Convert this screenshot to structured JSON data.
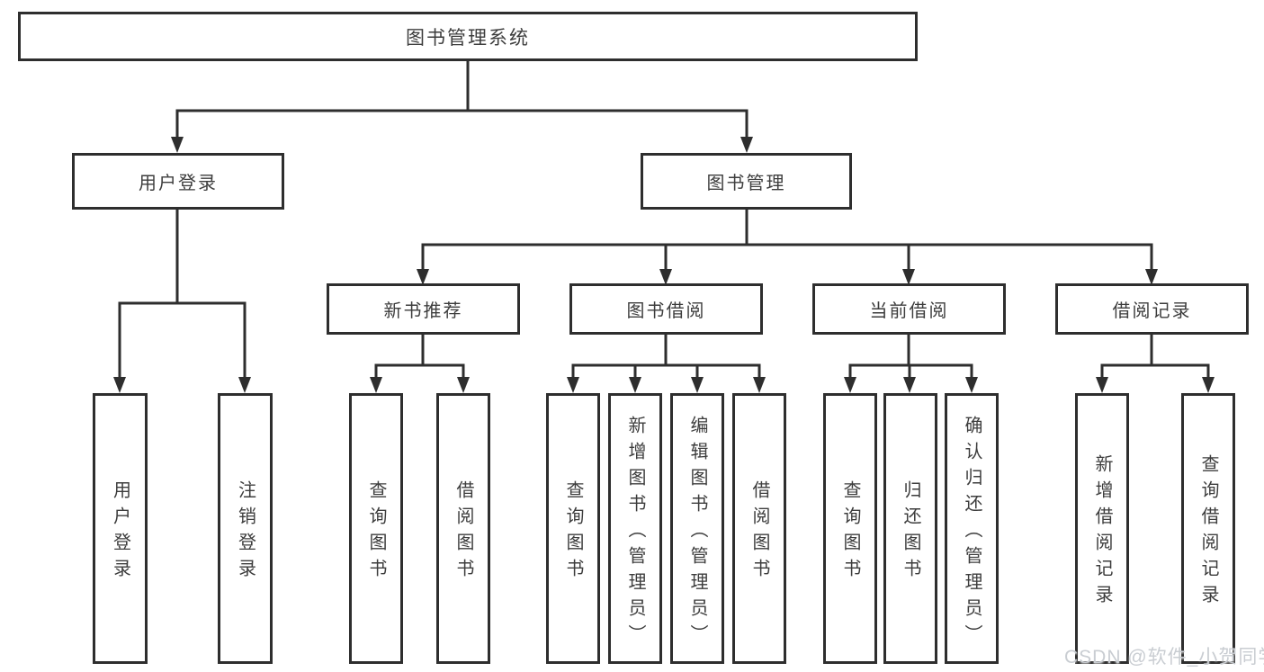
{
  "diagram": {
    "title": "图书管理系统",
    "children": [
      {
        "label": "用户登录",
        "children": [
          {
            "label": "用户登录"
          },
          {
            "label": "注销登录"
          }
        ]
      },
      {
        "label": "图书管理",
        "children": [
          {
            "label": "新书推荐",
            "children": [
              {
                "label": "查询图书"
              },
              {
                "label": "借阅图书"
              }
            ]
          },
          {
            "label": "图书借阅",
            "children": [
              {
                "label": "查询图书"
              },
              {
                "label": "新增图书（管理员）"
              },
              {
                "label": "编辑图书（管理员）"
              },
              {
                "label": "借阅图书"
              }
            ]
          },
          {
            "label": "当前借阅",
            "children": [
              {
                "label": "查询图书"
              },
              {
                "label": "归还图书"
              },
              {
                "label": "确认归还（管理员）"
              }
            ]
          },
          {
            "label": "借阅记录",
            "children": [
              {
                "label": "新增借阅记录"
              },
              {
                "label": "查询借阅记录"
              }
            ]
          }
        ]
      }
    ]
  },
  "watermark": {
    "text": "CSDN @软件_小贺同学"
  },
  "colors": {
    "line": "#2e2e2e",
    "text": "#3d3d3d",
    "background": "#ffffff",
    "watermark": "#c9cdd2"
  }
}
